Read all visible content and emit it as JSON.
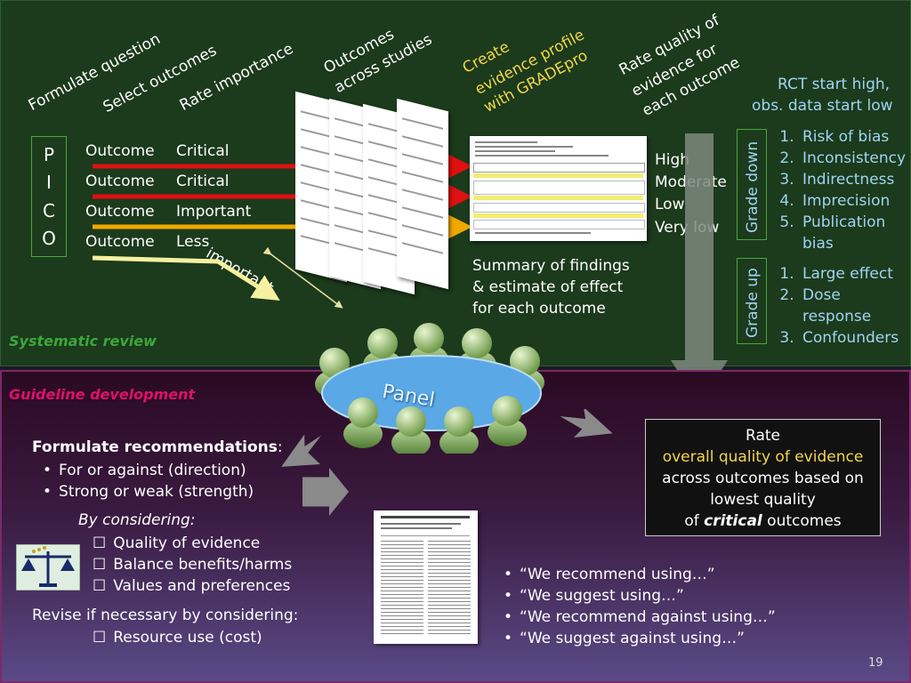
{
  "top": {
    "labels": {
      "formulate_question": "Formulate  question",
      "select_outcomes": "Select  outcomes",
      "rate_importance": "Rate  importance",
      "outcomes_across_1": "Outcomes",
      "outcomes_across_2": "across studies",
      "create_1": "Create",
      "create_2": "evidence profile",
      "create_3": "with GRADEpro",
      "rate_quality_1": "Rate quality of",
      "rate_quality_2": "evidence for",
      "rate_quality_3": "each outcome"
    },
    "pico": [
      "P",
      "I",
      "C",
      "O"
    ],
    "outcomes": [
      {
        "name": "Outcome",
        "importance": "Critical"
      },
      {
        "name": "Outcome",
        "importance": "Critical"
      },
      {
        "name": "Outcome",
        "importance": "Important"
      },
      {
        "name": "Outcome",
        "importance": "Less"
      }
    ],
    "less_important_tail": "important",
    "quality_levels": [
      "High",
      "Moderate",
      "Low",
      "Very low"
    ],
    "summary": [
      "Summary of findings",
      "& estimate of effect",
      "for each outcome"
    ],
    "rct_note": [
      "RCT start high,",
      "obs. data start low"
    ],
    "grade_down_label": "Grade  down",
    "grade_down": [
      "Risk of bias",
      "Inconsistency",
      "Indirectness",
      "Imprecision",
      "Publication bias"
    ],
    "grade_up_label": "Grade  up",
    "grade_up": [
      "Large effect",
      "Dose response",
      "Confounders"
    ],
    "systematic_review": "Systematic review",
    "colors": {
      "critical": "#e01010",
      "important": "#f0a800",
      "less": "#f6f0a0",
      "green": "#3aa83a"
    }
  },
  "bottom": {
    "guideline_development": "Guideline development",
    "panel": "Panel",
    "formulate_title": "Formulate  recommendations",
    "formulate_colon": ":",
    "formulate_bullets": [
      "For or against (direction)",
      "Strong or weak (strength)"
    ],
    "by_considering": "By considering:",
    "considering_items": [
      "Quality of evidence",
      "Balance benefits/harms",
      "Values and preferences"
    ],
    "revise": "Revise if necessary by considering:",
    "revise_items": [
      "Resource use (cost)"
    ],
    "rate_box": {
      "line1": "Rate",
      "line2": "overall  quality  of  evidence",
      "line3": "across outcomes based on",
      "line4": "lowest quality",
      "line5_pre": "of ",
      "line5_em": "critical",
      "line5_post": " outcomes"
    },
    "recommend_phrases": [
      "“We recommend using…”",
      "“We suggest using…”",
      "“We recommend against using…”",
      "“We suggest against using…”"
    ],
    "page_number": "19"
  }
}
